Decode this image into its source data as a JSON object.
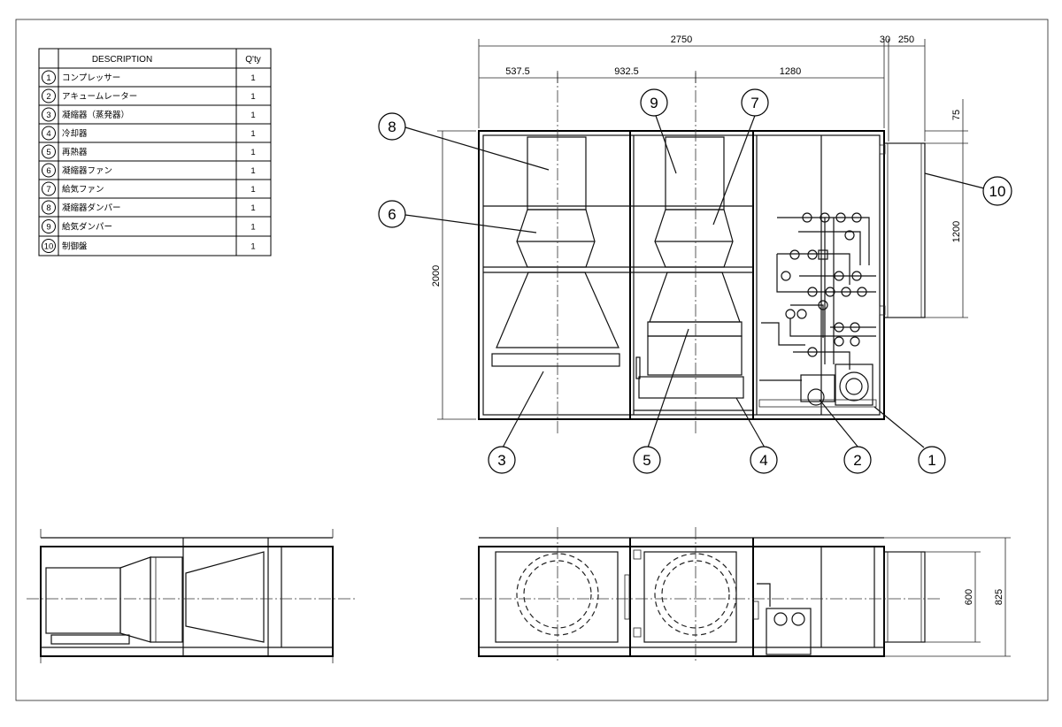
{
  "table": {
    "header_description": "DESCRIPTION",
    "header_qty": "Q'ty",
    "rows": [
      {
        "no": "1",
        "desc": "コンプレッサー",
        "qty": "1"
      },
      {
        "no": "2",
        "desc": "アキュームレーター",
        "qty": "1"
      },
      {
        "no": "3",
        "desc": "凝縮器（蒸発器）",
        "qty": "1"
      },
      {
        "no": "4",
        "desc": "冷却器",
        "qty": "1"
      },
      {
        "no": "5",
        "desc": "再熱器",
        "qty": "1"
      },
      {
        "no": "6",
        "desc": "凝縮器ファン",
        "qty": "1"
      },
      {
        "no": "7",
        "desc": "給気ファン",
        "qty": "1"
      },
      {
        "no": "8",
        "desc": "凝縮器ダンパー",
        "qty": "1"
      },
      {
        "no": "9",
        "desc": "給気ダンパー",
        "qty": "1"
      },
      {
        "no": "10",
        "desc": "制御盤",
        "qty": "1"
      }
    ]
  },
  "dimensions": {
    "overall_width": "2750",
    "gap": "30",
    "panel_depth": "250",
    "seg1": "537.5",
    "seg2": "932.5",
    "seg3": "1280",
    "height": "2000",
    "panel_offset": "75",
    "panel_height": "1200",
    "bottom_panel": "600",
    "bottom_total": "825"
  },
  "balloons": {
    "b1": "1",
    "b2": "2",
    "b3": "3",
    "b4": "4",
    "b5": "5",
    "b6": "6",
    "b7": "7",
    "b8": "8",
    "b9": "9",
    "b10": "10"
  }
}
